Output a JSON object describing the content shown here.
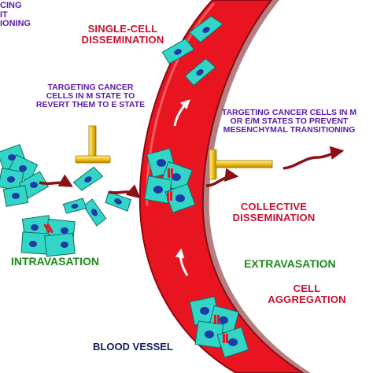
{
  "labels": {
    "top_left_fragment": "CING\nIT\nIONING",
    "single_cell": "SINGLE-CELL\nDISSEMINATION",
    "targeting_m": "TARGETING CANCER\nCELLS IN M STATE TO\nREVERT THEM TO E STATE",
    "targeting_em": "TARGETING CANCER CELLS IN M\nOR E/M STATES TO PREVENT\nMESENCHYMAL TRANSITIONING",
    "collective": "COLLECTIVE\nDISSEMINATION",
    "intravasation": "INTRAVASATION",
    "extravasation": "EXTRAVASATION",
    "cell_aggregation": "CELL\nAGGREGATION",
    "blood_vessel": "BLOOD VESSEL"
  },
  "icons": {
    "inhibitor_left": "t-bar-inhibitor-icon",
    "inhibitor_right": "t-bar-inhibitor-icon"
  },
  "colors": {
    "vessel": "#e8141f",
    "vessel_edge": "#8c0a10",
    "cell": "#33d6c6",
    "nucleus": "#1d3aa8",
    "arrow": "#8b0f14",
    "inhibitor": "#f2c21a"
  }
}
